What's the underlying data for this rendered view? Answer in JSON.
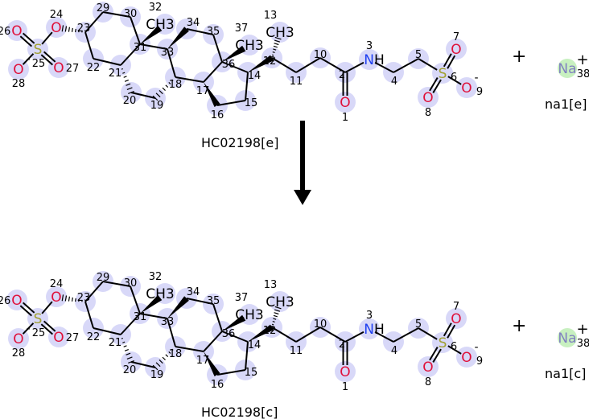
{
  "reaction": {
    "plus_sign": "+",
    "reactants": {
      "molecule_name": "HC02198[e]",
      "ion_name": "na1[e]"
    },
    "products": {
      "molecule_name": "HC02198[c]",
      "ion_name": "na1[c]"
    },
    "ion": {
      "symbol": "Na",
      "charge": "+",
      "number": "38"
    },
    "methyl_label": "CH3",
    "charge_minus": "-",
    "atoms": [
      {
        "n": "1",
        "el": "O"
      },
      {
        "n": "2",
        "el": ""
      },
      {
        "n": "3",
        "el": "NH"
      },
      {
        "n": "4",
        "el": ""
      },
      {
        "n": "5",
        "el": ""
      },
      {
        "n": "6",
        "el": "S"
      },
      {
        "n": "7",
        "el": "O"
      },
      {
        "n": "8",
        "el": "O"
      },
      {
        "n": "9",
        "el": "O"
      },
      {
        "n": "10",
        "el": ""
      },
      {
        "n": "11",
        "el": ""
      },
      {
        "n": "12",
        "el": ""
      },
      {
        "n": "13",
        "el": "CH3"
      },
      {
        "n": "14",
        "el": ""
      },
      {
        "n": "15",
        "el": ""
      },
      {
        "n": "16",
        "el": ""
      },
      {
        "n": "17",
        "el": ""
      },
      {
        "n": "18",
        "el": ""
      },
      {
        "n": "19",
        "el": ""
      },
      {
        "n": "20",
        "el": ""
      },
      {
        "n": "21",
        "el": ""
      },
      {
        "n": "22",
        "el": ""
      },
      {
        "n": "23",
        "el": ""
      },
      {
        "n": "24",
        "el": "O"
      },
      {
        "n": "25",
        "el": "S"
      },
      {
        "n": "26",
        "el": "O"
      },
      {
        "n": "27",
        "el": "O"
      },
      {
        "n": "28",
        "el": "O"
      },
      {
        "n": "29",
        "el": ""
      },
      {
        "n": "30",
        "el": ""
      },
      {
        "n": "31",
        "el": ""
      },
      {
        "n": "32",
        "el": "CH3"
      },
      {
        "n": "33",
        "el": ""
      },
      {
        "n": "34",
        "el": ""
      },
      {
        "n": "35",
        "el": ""
      },
      {
        "n": "36",
        "el": ""
      },
      {
        "n": "37",
        "el": "CH3"
      }
    ],
    "colors": {
      "highlight": "#d8d8f8",
      "ion_highlight": "#c8f0c0",
      "oxygen": "#e0103a",
      "sulfur": "#a0a030",
      "nitrogen": "#2040f0",
      "sodium": "#8080c0"
    }
  }
}
